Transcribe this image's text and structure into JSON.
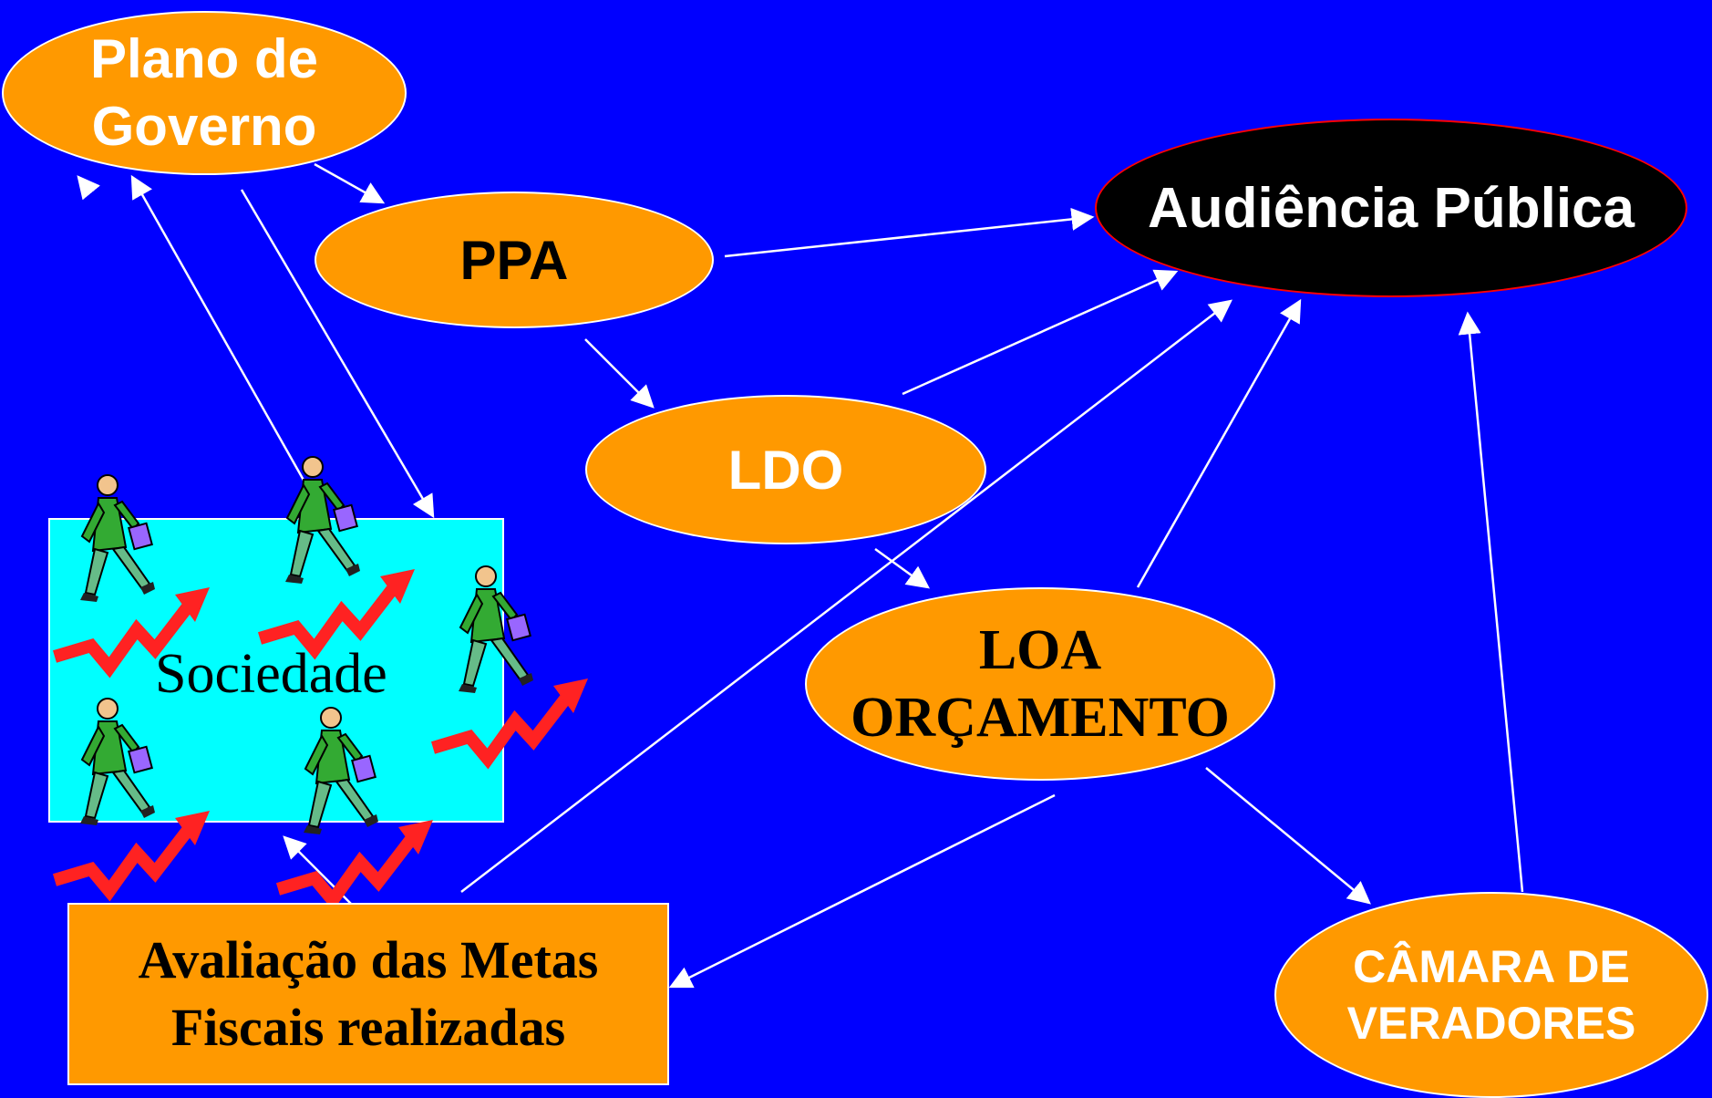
{
  "nodes": {
    "plano": [
      "Plano de",
      "Governo"
    ],
    "ppa": "PPA",
    "audiencia": "Audiência Pública",
    "ldo": "LDO",
    "loa": [
      "LOA",
      "ORÇAMENTO"
    ],
    "camara": [
      "CÂMARA DE",
      "VERADORES"
    ],
    "avaliacao": [
      "Avaliação das Metas",
      "Fiscais realizadas"
    ],
    "sociedade": "Sociedade"
  },
  "colors": {
    "background": "#0000ff",
    "node_fill": "#ff9900",
    "audiencia_fill": "#000000",
    "audiencia_border": "#ff0000",
    "box_fill": "#00ffff",
    "arrow": "#ffffff",
    "figure_shirt": "#33aa33",
    "figure_pants": "#66bb88",
    "figure_bag": "#9966ff",
    "trend_arrow": "#ff2222"
  },
  "decorations": {
    "sociedade_figures": "walking-businessman-with-red-trend-arrow",
    "figure_count": 5
  }
}
